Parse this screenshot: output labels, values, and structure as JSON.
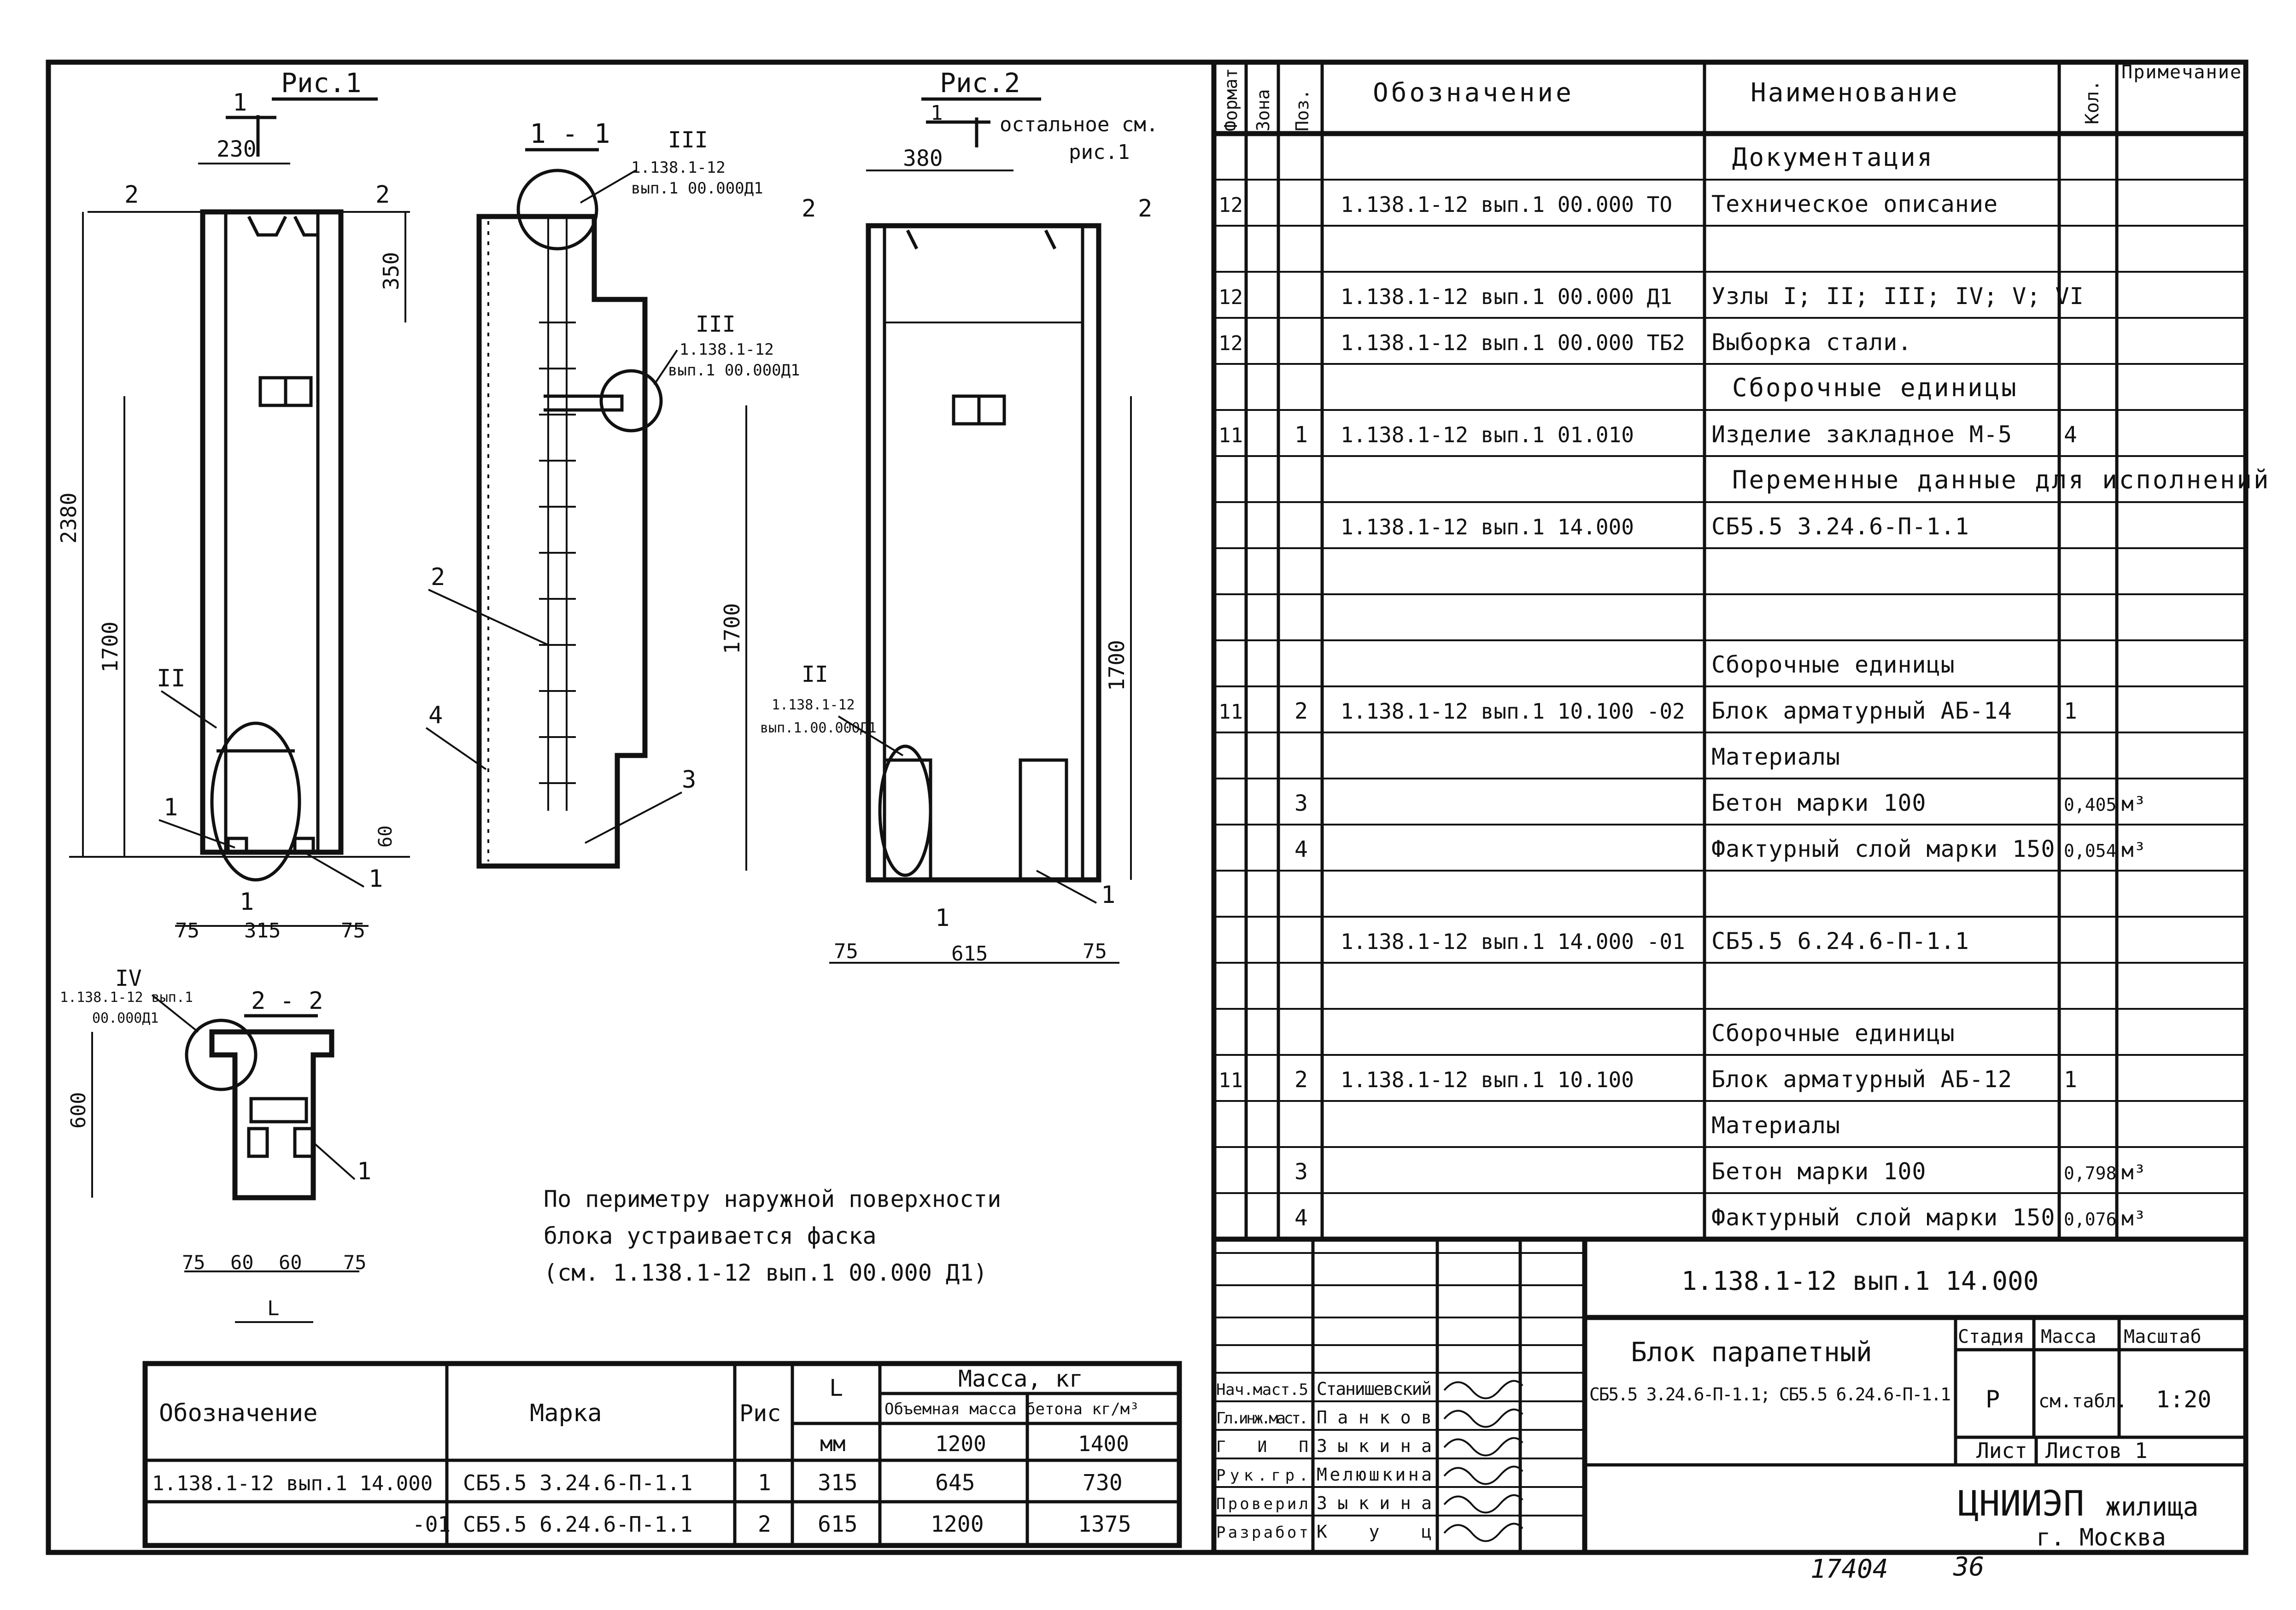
{
  "views": {
    "fig1": {
      "title": "Рис.1",
      "section": "1",
      "dims": [
        "230",
        "2",
        "2",
        "350",
        "2380",
        "1700",
        "60",
        "75",
        "315",
        "75"
      ],
      "callouts": [
        "II",
        "1",
        "1",
        "1"
      ]
    },
    "fig11": {
      "title": "1 - 1",
      "node_III_a": {
        "mark": "III",
        "ref1": "1.138.1-12",
        "ref2": "вып.1 00.000Д1"
      },
      "node_III_b": {
        "mark": "III",
        "ref1": "1.138.1-12",
        "ref2": "вып.1 00.000Д1"
      },
      "callouts": [
        "2",
        "4",
        "3"
      ]
    },
    "fig2": {
      "title": "Рис.2",
      "note": "остальное см.",
      "note2": "рис.1",
      "section": "1",
      "dims": [
        "380",
        "2",
        "2",
        "1700",
        "1700",
        "75",
        "615",
        "75"
      ],
      "node_II": {
        "mark": "II",
        "ref1": "1.138.1-12",
        "ref2": "вып.1.00.000Д1"
      },
      "callouts": [
        "1",
        "1"
      ]
    },
    "fig22": {
      "title": "2 - 2",
      "node_IV": {
        "mark": "IV",
        "ref1": "1.138.1-12 вып.1",
        "ref2": "00.000Д1"
      },
      "dims": [
        "600",
        "75",
        "60",
        "60",
        "75",
        "L"
      ],
      "callouts": [
        "1"
      ]
    }
  },
  "note_lines": [
    "По периметру наружной поверхности",
    "блока устраивается фаска",
    "(см. 1.138.1-12  вып.1  00.000 Д1)"
  ],
  "mass_table": {
    "h_designation": "Обозначение",
    "h_mark": "Марка",
    "h_fig": "Рис",
    "h_L": "L",
    "h_mm": "мм",
    "h_mass": "Масса, кг",
    "h_density": "Объемная масса бетона кг/м³",
    "h_1200": "1200",
    "h_1400": "1400",
    "rows": [
      {
        "designation": "1.138.1-12 вып.1 14.000",
        "mark": "СБ5.5  3.24.6-П-1.1",
        "fig": "1",
        "L": "315",
        "m1200": "645",
        "m1400": "730"
      },
      {
        "designation": "-01",
        "mark": "СБ5.5  6.24.6-П-1.1",
        "fig": "2",
        "L": "615",
        "m1200": "1200",
        "m1400": "1375"
      }
    ]
  },
  "spec": {
    "h_format": "Формат",
    "h_zone": "Зона",
    "h_pos": "Поз.",
    "h_designation": "Обозначение",
    "h_name": "Наименование",
    "h_qty": "Кол.",
    "h_note": "Примечание",
    "rows": [
      {
        "f": "",
        "z": "",
        "p": "",
        "d": "",
        "n": "Документация",
        "q": "",
        "note": "",
        "hdr": true
      },
      {
        "f": "12",
        "z": "",
        "p": "",
        "d": "1.138.1-12 вып.1 00.000 ТО",
        "n": "Техническое описание",
        "q": "",
        "note": ""
      },
      {
        "f": "",
        "z": "",
        "p": "",
        "d": "",
        "n": "",
        "q": "",
        "note": ""
      },
      {
        "f": "12",
        "z": "",
        "p": "",
        "d": "1.138.1-12 вып.1 00.000 Д1",
        "n": "Узлы I; II; III; IV; V; VI",
        "q": "",
        "note": ""
      },
      {
        "f": "12",
        "z": "",
        "p": "",
        "d": "1.138.1-12 вып.1 00.000 ТБ2",
        "n": "Выборка стали.",
        "q": "",
        "note": ""
      },
      {
        "f": "",
        "z": "",
        "p": "",
        "d": "",
        "n": "Сборочные единицы",
        "q": "",
        "note": "",
        "hdr": true
      },
      {
        "f": "11",
        "z": "",
        "p": "1",
        "d": "1.138.1-12 вып.1 01.010",
        "n": "Изделие закладное М-5",
        "q": "4",
        "note": ""
      },
      {
        "f": "",
        "z": "",
        "p": "",
        "d": "",
        "n": "Переменные данные для исполнений",
        "q": "",
        "note": "",
        "hdr": true
      },
      {
        "f": "",
        "z": "",
        "p": "",
        "d": "1.138.1-12 вып.1 14.000",
        "n": "СБ5.5  3.24.6-П-1.1",
        "q": "",
        "note": ""
      },
      {
        "f": "",
        "z": "",
        "p": "",
        "d": "",
        "n": "",
        "q": "",
        "note": ""
      },
      {
        "f": "",
        "z": "",
        "p": "",
        "d": "",
        "n": "",
        "q": "",
        "note": ""
      },
      {
        "f": "",
        "z": "",
        "p": "",
        "d": "",
        "n": "Сборочные единицы",
        "q": "",
        "note": ""
      },
      {
        "f": "11",
        "z": "",
        "p": "2",
        "d": "1.138.1-12 вып.1 10.100   -02",
        "n": "Блок арматурный АБ-14",
        "q": "1",
        "note": ""
      },
      {
        "f": "",
        "z": "",
        "p": "",
        "d": "",
        "n": "Материалы",
        "q": "",
        "note": ""
      },
      {
        "f": "",
        "z": "",
        "p": "3",
        "d": "",
        "n": "Бетон марки  100",
        "q": "0,405",
        "note": "м³"
      },
      {
        "f": "",
        "z": "",
        "p": "4",
        "d": "",
        "n": "Фактурный слой марки 150",
        "q": "0,054",
        "note": "м³"
      },
      {
        "f": "",
        "z": "",
        "p": "",
        "d": "",
        "n": "",
        "q": "",
        "note": ""
      },
      {
        "f": "",
        "z": "",
        "p": "",
        "d": "1.138.1-12 вып.1 14.000   -01",
        "n": "СБ5.5  6.24.6-П-1.1",
        "q": "",
        "note": ""
      },
      {
        "f": "",
        "z": "",
        "p": "",
        "d": "",
        "n": "",
        "q": "",
        "note": ""
      },
      {
        "f": "",
        "z": "",
        "p": "",
        "d": "",
        "n": "Сборочные единицы",
        "q": "",
        "note": ""
      },
      {
        "f": "11",
        "z": "",
        "p": "2",
        "d": "1.138.1-12 вып.1 10.100",
        "n": "Блок арматурный АБ-12",
        "q": "1",
        "note": ""
      },
      {
        "f": "",
        "z": "",
        "p": "",
        "d": "",
        "n": "Материалы",
        "q": "",
        "note": ""
      },
      {
        "f": "",
        "z": "",
        "p": "3",
        "d": "",
        "n": "Бетон марки  100",
        "q": "0,798",
        "note": "м³"
      },
      {
        "f": "",
        "z": "",
        "p": "4",
        "d": "",
        "n": "Фактурный слой марки 150",
        "q": "0,076",
        "note": "м³"
      }
    ]
  },
  "title_block": {
    "code": "1.138.1-12  вып.1  14.000",
    "name1": "Блок  парапетный",
    "name2": "СБ5.5 3.24.6-П-1.1; СБ5.5 6.24.6-П-1.1",
    "h_stage": "Стадия",
    "h_mass": "Масса",
    "h_scale": "Масштаб",
    "stage": "Р",
    "mass": "см.табл.",
    "scale": "1:20",
    "sheet": "Лист",
    "sheets": "Листов 1",
    "org1": "ЦНИИЭП",
    "org2": "жилища",
    "city": "г. Москва",
    "signers": [
      {
        "role": "Нач.маст.5",
        "name": "Станишевский"
      },
      {
        "role": "Гл.инж.маст.",
        "name": "Панков"
      },
      {
        "role": "ГИП",
        "name": "Зыкина"
      },
      {
        "role": "Рук.гр.",
        "name": "Мелюшкина"
      },
      {
        "role": "Проверил",
        "name": "Зыкина"
      },
      {
        "role": "Разработ",
        "name": "Куц"
      }
    ]
  },
  "footer": {
    "number": "17404",
    "page": "36"
  }
}
